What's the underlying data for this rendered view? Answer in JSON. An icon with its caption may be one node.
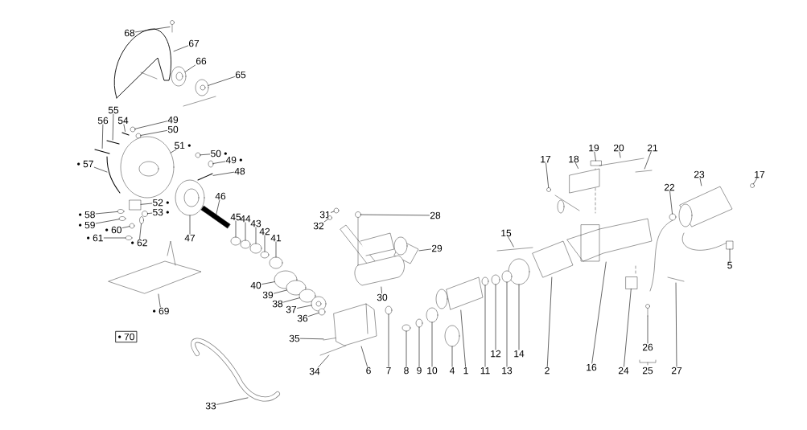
{
  "diagram": {
    "nodes": [
      {
        "text": [
          "68"
        ]
      },
      {
        "text": [
          "67"
        ]
      },
      {
        "text": [
          "66"
        ]
      },
      {
        "text": [
          "65"
        ]
      },
      {
        "text": [
          "55"
        ]
      },
      {
        "text": [
          "56"
        ]
      },
      {
        "text": [
          "54"
        ]
      },
      {
        "text": [
          "49"
        ]
      },
      {
        "text": [
          "50"
        ]
      },
      {
        "text": [
          "51 •"
        ]
      },
      {
        "text": [
          "• 57"
        ]
      },
      {
        "text": [
          "50 •"
        ]
      },
      {
        "text": [
          "49 •"
        ]
      },
      {
        "text": [
          "48"
        ]
      },
      {
        "text": [
          "17"
        ]
      },
      {
        "text": [
          "18"
        ]
      },
      {
        "text": [
          "19"
        ]
      },
      {
        "text": [
          "20"
        ]
      },
      {
        "text": [
          "21"
        ]
      },
      {
        "text": [
          "22"
        ]
      },
      {
        "text": [
          "23"
        ]
      },
      {
        "text": [
          "17"
        ]
      },
      {
        "text": [
          "46"
        ]
      },
      {
        "text": [
          "52 •"
        ]
      },
      {
        "text": [
          "53 •"
        ]
      },
      {
        "text": [
          "• 58"
        ]
      },
      {
        "text": [
          "45"
        ]
      },
      {
        "text": [
          "44"
        ]
      },
      {
        "text": [
          "31"
        ]
      },
      {
        "text": [
          "28"
        ]
      },
      {
        "text": [
          "43"
        ]
      },
      {
        "text": [
          "• 59"
        ]
      },
      {
        "text": [
          "• 60"
        ]
      },
      {
        "text": [
          "• 61"
        ]
      },
      {
        "text": [
          "• 62"
        ]
      },
      {
        "text": [
          "42"
        ]
      },
      {
        "text": [
          "41"
        ]
      },
      {
        "text": [
          "32"
        ]
      },
      {
        "text": [
          "47"
        ]
      },
      {
        "text": [
          "15"
        ]
      },
      {
        "text": [
          "29"
        ]
      },
      {
        "text": [
          "5"
        ]
      },
      {
        "text": [
          "40"
        ]
      },
      {
        "text": [
          "30"
        ]
      },
      {
        "text": [
          "39"
        ]
      },
      {
        "text": [
          "38"
        ]
      },
      {
        "text": [
          "37"
        ]
      },
      {
        "text": [
          "• 69"
        ]
      },
      {
        "text": [
          "36"
        ]
      },
      {
        "text": [
          "• 70"
        ]
      },
      {
        "text": [
          "35"
        ]
      },
      {
        "text": [
          "12"
        ]
      },
      {
        "text": [
          "14"
        ]
      },
      {
        "text": [
          "26"
        ]
      },
      {
        "text": [
          "34"
        ]
      },
      {
        "text": [
          "6"
        ]
      },
      {
        "text": [
          "7"
        ]
      },
      {
        "text": [
          "8"
        ]
      },
      {
        "text": [
          "9"
        ]
      },
      {
        "text": [
          "10"
        ]
      },
      {
        "text": [
          "4"
        ]
      },
      {
        "text": [
          "1"
        ]
      },
      {
        "text": [
          "11"
        ]
      },
      {
        "text": [
          "13"
        ]
      },
      {
        "text": [
          "2"
        ]
      },
      {
        "text": [
          "16"
        ]
      },
      {
        "text": [
          "24"
        ]
      },
      {
        "text": [
          "27"
        ]
      },
      {
        "text": [
          "33"
        ]
      },
      {
        "text": [],
        "shape": "picture"
      },
      {
        "text": [],
        "shape": "picture"
      },
      {
        "text": [],
        "shape": "picture"
      },
      {
        "text": [],
        "shape": "picture"
      },
      {
        "text": [],
        "shape": "picture"
      },
      {
        "text": [],
        "shape": "picture"
      },
      {
        "text": [],
        "shape": "picture"
      },
      {
        "text": [],
        "shape": "circle"
      },
      {
        "text": [],
        "shape": "circle"
      },
      {
        "text": [],
        "shape": "picture"
      },
      {
        "text": [],
        "shape": "picture"
      },
      {
        "text": [],
        "shape": "circle"
      },
      {
        "text": [],
        "shape": "circle"
      },
      {
        "text": [],
        "shape": "picture"
      },
      {
        "text": [],
        "shape": "circle"
      },
      {
        "text": [],
        "shape": "picture"
      },
      {
        "text": [],
        "shape": "box"
      },
      {
        "text": [],
        "shape": "picture"
      },
      {
        "text": [],
        "shape": "picture"
      },
      {
        "text": [],
        "shape": "circle"
      },
      {
        "text": [],
        "shape": "picture"
      },
      {
        "text": [],
        "shape": "circle"
      },
      {
        "text": [],
        "shape": "bar"
      },
      {
        "text": [],
        "shape": "box"
      },
      {
        "text": [],
        "shape": "circle"
      },
      {
        "text": [],
        "shape": "circle"
      },
      {
        "text": [],
        "shape": "circle"
      },
      {
        "text": [],
        "shape": "circle"
      },
      {
        "text": [],
        "shape": "circle"
      },
      {
        "text": [],
        "shape": "picture"
      },
      {
        "text": [],
        "shape": "circle"
      },
      {
        "text": [],
        "shape": "circle"
      },
      {
        "text": [],
        "shape": "circle"
      },
      {
        "text": [],
        "shape": "circle"
      },
      {
        "text": [],
        "shape": "circle"
      },
      {
        "text": [],
        "shape": "circle"
      },
      {
        "text": [],
        "shape": "circle"
      },
      {
        "text": [],
        "shape": "circle"
      },
      {
        "text": [],
        "shape": "picture"
      },
      {
        "text": [],
        "shape": "picture"
      },
      {
        "text": [],
        "shape": "picture"
      },
      {
        "text": [],
        "shape": "box"
      },
      {
        "text": [],
        "shape": "circle"
      },
      {
        "text": [],
        "shape": "picture"
      },
      {
        "text": [],
        "shape": "circle"
      },
      {
        "text": [],
        "shape": "circle"
      },
      {
        "text": [],
        "shape": "picture"
      },
      {
        "text": [],
        "shape": "picture"
      },
      {
        "text": [],
        "shape": "circle"
      },
      {
        "text": [],
        "shape": "picture"
      },
      {
        "text": [],
        "shape": "circle"
      },
      {
        "text": [],
        "shape": "circle"
      },
      {
        "text": [],
        "shape": "picture"
      },
      {
        "text": [],
        "shape": "picture"
      },
      {
        "text": [],
        "shape": "picture"
      },
      {
        "text": [],
        "shape": "circle"
      },
      {
        "text": [],
        "shape": "circle"
      },
      {
        "text": [],
        "shape": "circle"
      },
      {
        "text": [],
        "shape": "circle"
      },
      {
        "text": [],
        "shape": "circle"
      },
      {
        "text": [],
        "shape": "picture"
      },
      {
        "text": [],
        "shape": "circle"
      },
      {
        "text": [],
        "shape": "circle"
      },
      {
        "text": [],
        "shape": "picture"
      },
      {
        "text": [],
        "shape": "picture"
      },
      {
        "text": [],
        "shape": "box"
      },
      {
        "text": [],
        "shape": "picture"
      },
      {
        "text": [],
        "shape": "picture"
      }
    ],
    "edges": [
      {
        "from": 0,
        "to": 69,
        "arrow": "none"
      },
      {
        "from": 1,
        "to": 70,
        "arrow": "none"
      },
      {
        "from": 2,
        "to": 71,
        "arrow": "none"
      },
      {
        "from": 3,
        "to": 72,
        "arrow": "none"
      },
      {
        "from": 4,
        "to": 73,
        "arrow": "none"
      },
      {
        "from": 5,
        "to": 74,
        "arrow": "none"
      },
      {
        "from": 6,
        "to": 75,
        "arrow": "none"
      },
      {
        "from": 7,
        "to": 76,
        "arrow": "none"
      },
      {
        "from": 8,
        "to": 77,
        "arrow": "none"
      },
      {
        "from": 9,
        "to": 78,
        "arrow": "none"
      },
      {
        "from": 10,
        "to": 79,
        "arrow": "none"
      },
      {
        "from": 11,
        "to": 80,
        "arrow": "none"
      },
      {
        "from": 12,
        "to": 81,
        "arrow": "none"
      },
      {
        "from": 13,
        "to": 82,
        "arrow": "none"
      },
      {
        "from": 14,
        "to": 83,
        "arrow": "none"
      },
      {
        "from": 15,
        "to": 84,
        "arrow": "none"
      },
      {
        "from": 16,
        "to": 85,
        "arrow": "none"
      },
      {
        "from": 17,
        "to": 86,
        "arrow": "none"
      },
      {
        "from": 18,
        "to": 87,
        "arrow": "none"
      },
      {
        "from": 19,
        "to": 88,
        "arrow": "none"
      },
      {
        "from": 20,
        "to": 89,
        "arrow": "none"
      },
      {
        "from": 21,
        "to": 90,
        "arrow": "none"
      },
      {
        "from": 22,
        "to": 91,
        "arrow": "none"
      },
      {
        "from": 23,
        "to": 92,
        "arrow": "none"
      },
      {
        "from": 24,
        "to": 93,
        "arrow": "none"
      },
      {
        "from": 25,
        "to": 94,
        "arrow": "none"
      },
      {
        "from": 26,
        "to": 95,
        "arrow": "none"
      },
      {
        "from": 27,
        "to": 96,
        "arrow": "none"
      },
      {
        "from": 28,
        "to": 97,
        "arrow": "none"
      },
      {
        "from": 29,
        "to": 98,
        "arrow": "none"
      },
      {
        "from": 30,
        "to": 99,
        "arrow": "none"
      },
      {
        "from": 31,
        "to": 100,
        "arrow": "none"
      },
      {
        "from": 32,
        "to": 101,
        "arrow": "none"
      },
      {
        "from": 33,
        "to": 102,
        "arrow": "none"
      },
      {
        "from": 34,
        "to": 103,
        "arrow": "none"
      },
      {
        "from": 35,
        "to": 104,
        "arrow": "none"
      },
      {
        "from": 36,
        "to": 105,
        "arrow": "none"
      },
      {
        "from": 37,
        "to": 106,
        "arrow": "none"
      },
      {
        "from": 38,
        "to": 107,
        "arrow": "none"
      },
      {
        "from": 39,
        "to": 108,
        "arrow": "none"
      },
      {
        "from": 40,
        "to": 109,
        "arrow": "none"
      },
      {
        "from": 41,
        "to": 110,
        "arrow": "none"
      },
      {
        "from": 42,
        "to": 111,
        "arrow": "none"
      },
      {
        "from": 43,
        "to": 112,
        "arrow": "none"
      },
      {
        "from": 44,
        "to": 113,
        "arrow": "none"
      },
      {
        "from": 45,
        "to": 114,
        "arrow": "none"
      },
      {
        "from": 46,
        "to": 115,
        "arrow": "none"
      },
      {
        "from": 47,
        "to": 116,
        "arrow": "none"
      },
      {
        "from": 48,
        "to": 117,
        "arrow": "none"
      },
      {
        "from": 50,
        "to": 118,
        "arrow": "none"
      },
      {
        "from": 51,
        "to": 119,
        "arrow": "none"
      },
      {
        "from": 52,
        "to": 120,
        "arrow": "none"
      },
      {
        "from": 53,
        "to": 121,
        "arrow": "none"
      },
      {
        "from": 54,
        "to": 122,
        "arrow": "none"
      },
      {
        "from": 55,
        "to": 123,
        "arrow": "none"
      },
      {
        "from": 56,
        "to": 124,
        "arrow": "none"
      },
      {
        "from": 57,
        "to": 125,
        "arrow": "none"
      },
      {
        "from": 58,
        "to": 126,
        "arrow": "none"
      },
      {
        "from": 59,
        "to": 127,
        "arrow": "none"
      },
      {
        "from": 60,
        "to": 128,
        "arrow": "none"
      },
      {
        "from": 61,
        "to": 129,
        "arrow": "none"
      },
      {
        "from": 62,
        "to": 130,
        "arrow": "none"
      },
      {
        "from": 63,
        "to": 131,
        "arrow": "none"
      },
      {
        "from": 64,
        "to": 132,
        "arrow": "none"
      },
      {
        "from": 65,
        "to": 133,
        "arrow": "none"
      },
      {
        "from": 66,
        "to": 134,
        "arrow": "none"
      },
      {
        "from": 67,
        "to": 135,
        "arrow": "none"
      },
      {
        "from": 68,
        "to": 136,
        "arrow": "none"
      }
    ],
    "labels": [
      "25"
    ]
  }
}
